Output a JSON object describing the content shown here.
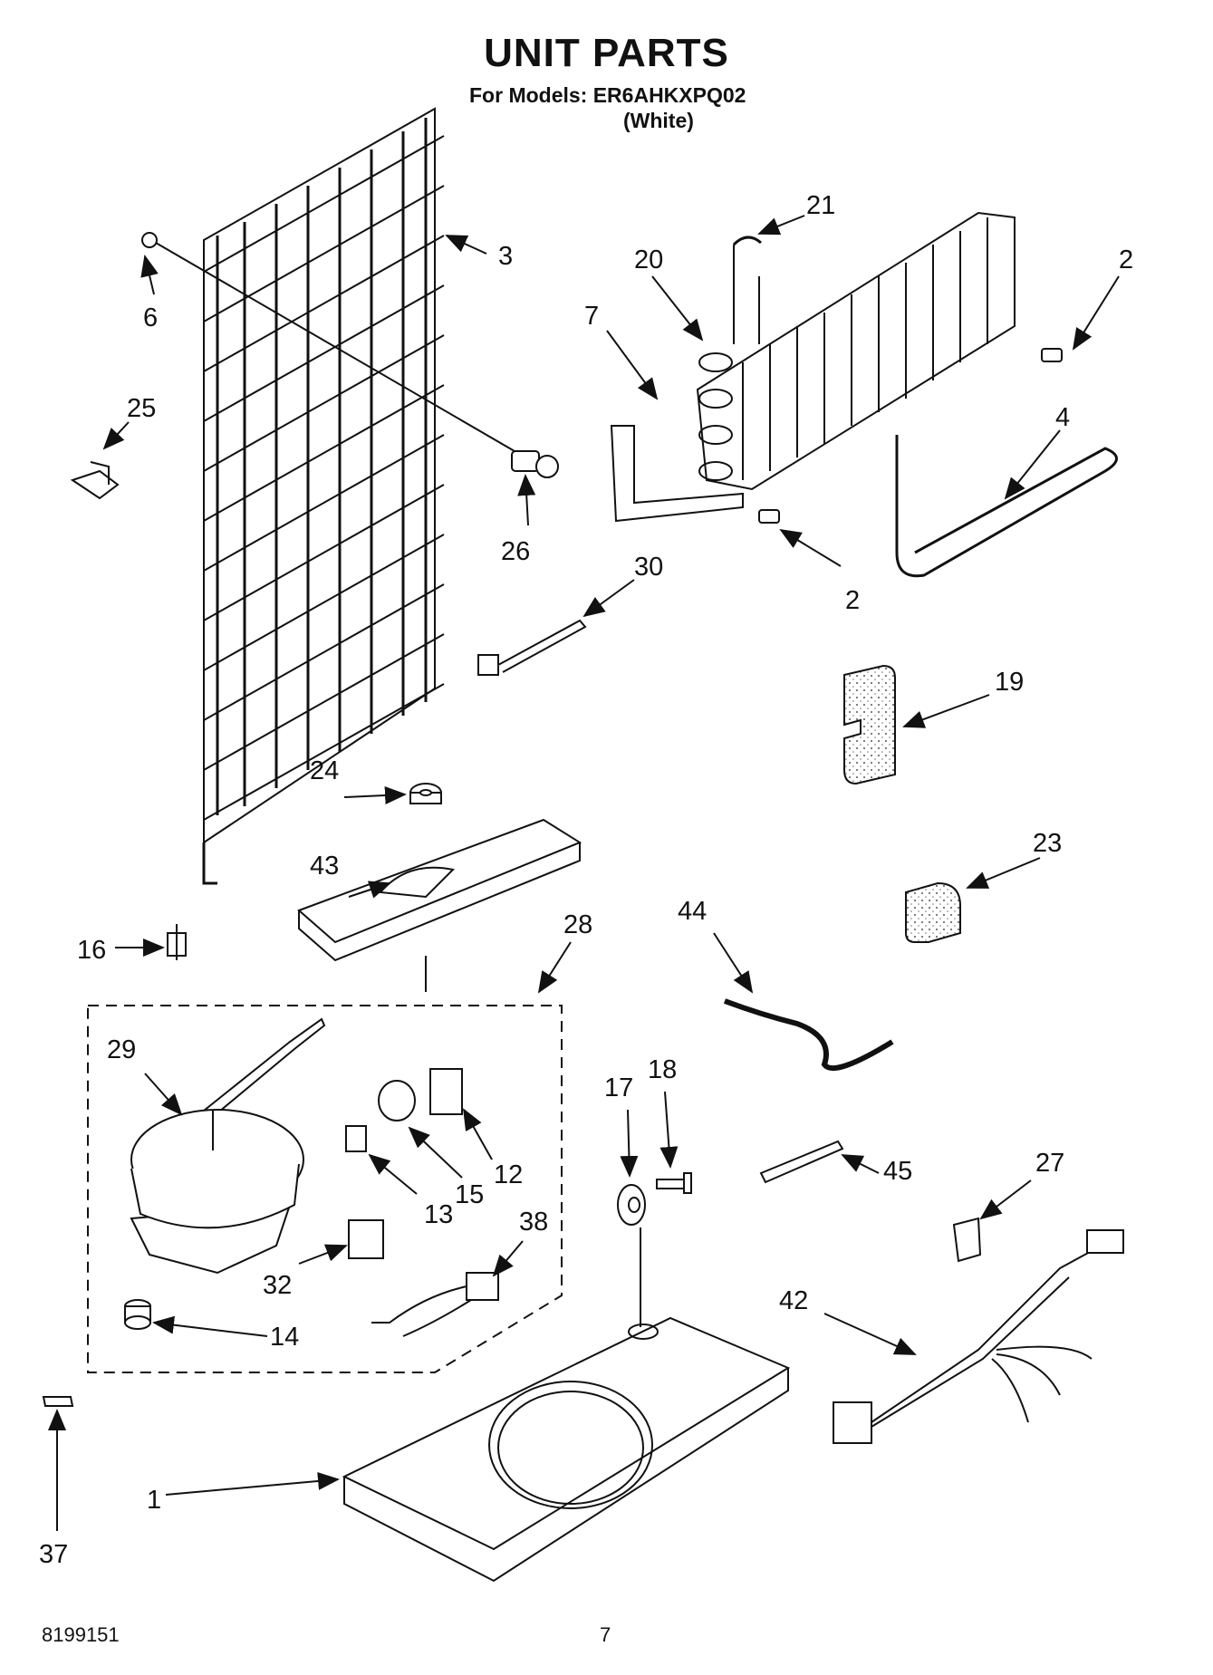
{
  "header": {
    "title": "UNIT PARTS",
    "models": "For Models: ER6AHKXPQ02",
    "color": "(White)"
  },
  "footer": {
    "doc_number": "8199151",
    "page_number": "7"
  },
  "callouts": [
    "3",
    "6",
    "25",
    "26",
    "21",
    "20",
    "2",
    "7",
    "4",
    "2",
    "30",
    "19",
    "24",
    "43",
    "23",
    "16",
    "28",
    "44",
    "29",
    "18",
    "17",
    "12",
    "15",
    "13",
    "45",
    "27",
    "38",
    "32",
    "14",
    "42",
    "1",
    "37"
  ]
}
